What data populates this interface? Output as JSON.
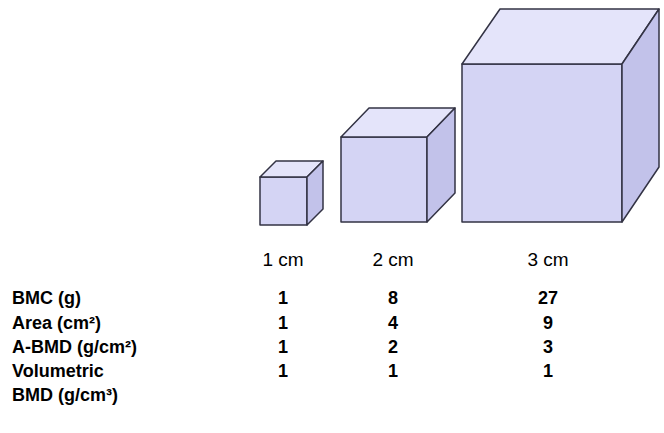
{
  "diagram": {
    "labels": [
      "1 cm",
      "2 cm",
      "3 cm",
      "BMC (g)",
      "1",
      "8",
      "27",
      "Area (cm²)",
      "1",
      "4",
      "9",
      "A-BMD (g/cm²)",
      "1",
      "2",
      "3",
      "Volumetric BMD (g/cm³)",
      "1",
      "1",
      "1"
    ]
  }
}
